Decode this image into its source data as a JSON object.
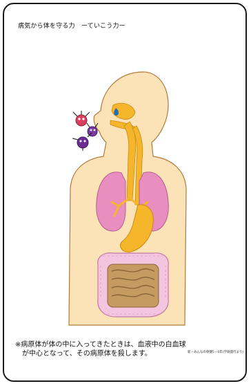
{
  "title": "病気から体を守る力　ーていこう力ー",
  "caption": {
    "line1": "※病原体が体の中に入ってきたときは、血液中の白血球",
    "line2": "　が中心となって、その病原体を殺します。"
  },
  "source": "新・みんなの保健5・6年(学研発行より)",
  "colors": {
    "border": "#1a1a1a",
    "skin": "#fbe2b7",
    "outline": "#b07a3a",
    "airway": "#f5b62b",
    "lungs": "#e98fc0",
    "large_intestine": "#f3c5de",
    "small_intestine": "#c69b62",
    "germ_red": "#d6425e",
    "germ_purple": "#7a3aa0",
    "droplet": "#1e6fb5"
  },
  "icons": [
    "germ-icon",
    "droplet-icon"
  ]
}
